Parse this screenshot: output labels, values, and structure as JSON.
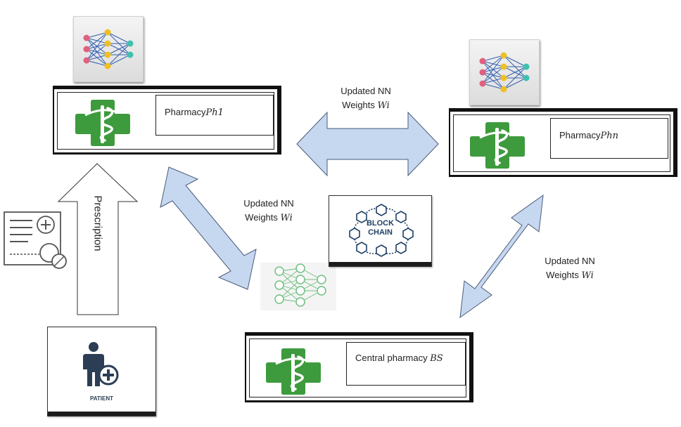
{
  "pharmacy_1": {
    "label_text": "Pharmacy",
    "label_var": "Ph1"
  },
  "pharmacy_n": {
    "label_text": "Pharmacy",
    "label_var": "Phn"
  },
  "central": {
    "label_text": "Central pharmacy ",
    "label_var": "BS"
  },
  "weights_top": {
    "line1": "Updated NN",
    "line2_text": "Weights ",
    "line2_var": "Wi"
  },
  "weights_left": {
    "line1": "Updated NN",
    "line2_text": "Weights ",
    "line2_var": "Wi"
  },
  "weights_right": {
    "line1": "Updated NN",
    "line2_text": "Weights ",
    "line2_var": "Wi"
  },
  "prescription_label": "Prescription",
  "blockchain": {
    "line1": "BLOCK",
    "line2": "CHAIN"
  },
  "patient_label": "PATIENT",
  "colors": {
    "arrow_fill": "#c6d8f0",
    "arrow_stroke": "#4a5a78",
    "pharmacy_green": "#3d9b3d",
    "nn_pink": "#e0607e",
    "nn_blue": "#3060b0",
    "nn_yellow": "#f0c020",
    "nn_teal": "#40c0b0",
    "patient_navy": "#2b3e55",
    "nn_light_green": "#6fc080"
  }
}
